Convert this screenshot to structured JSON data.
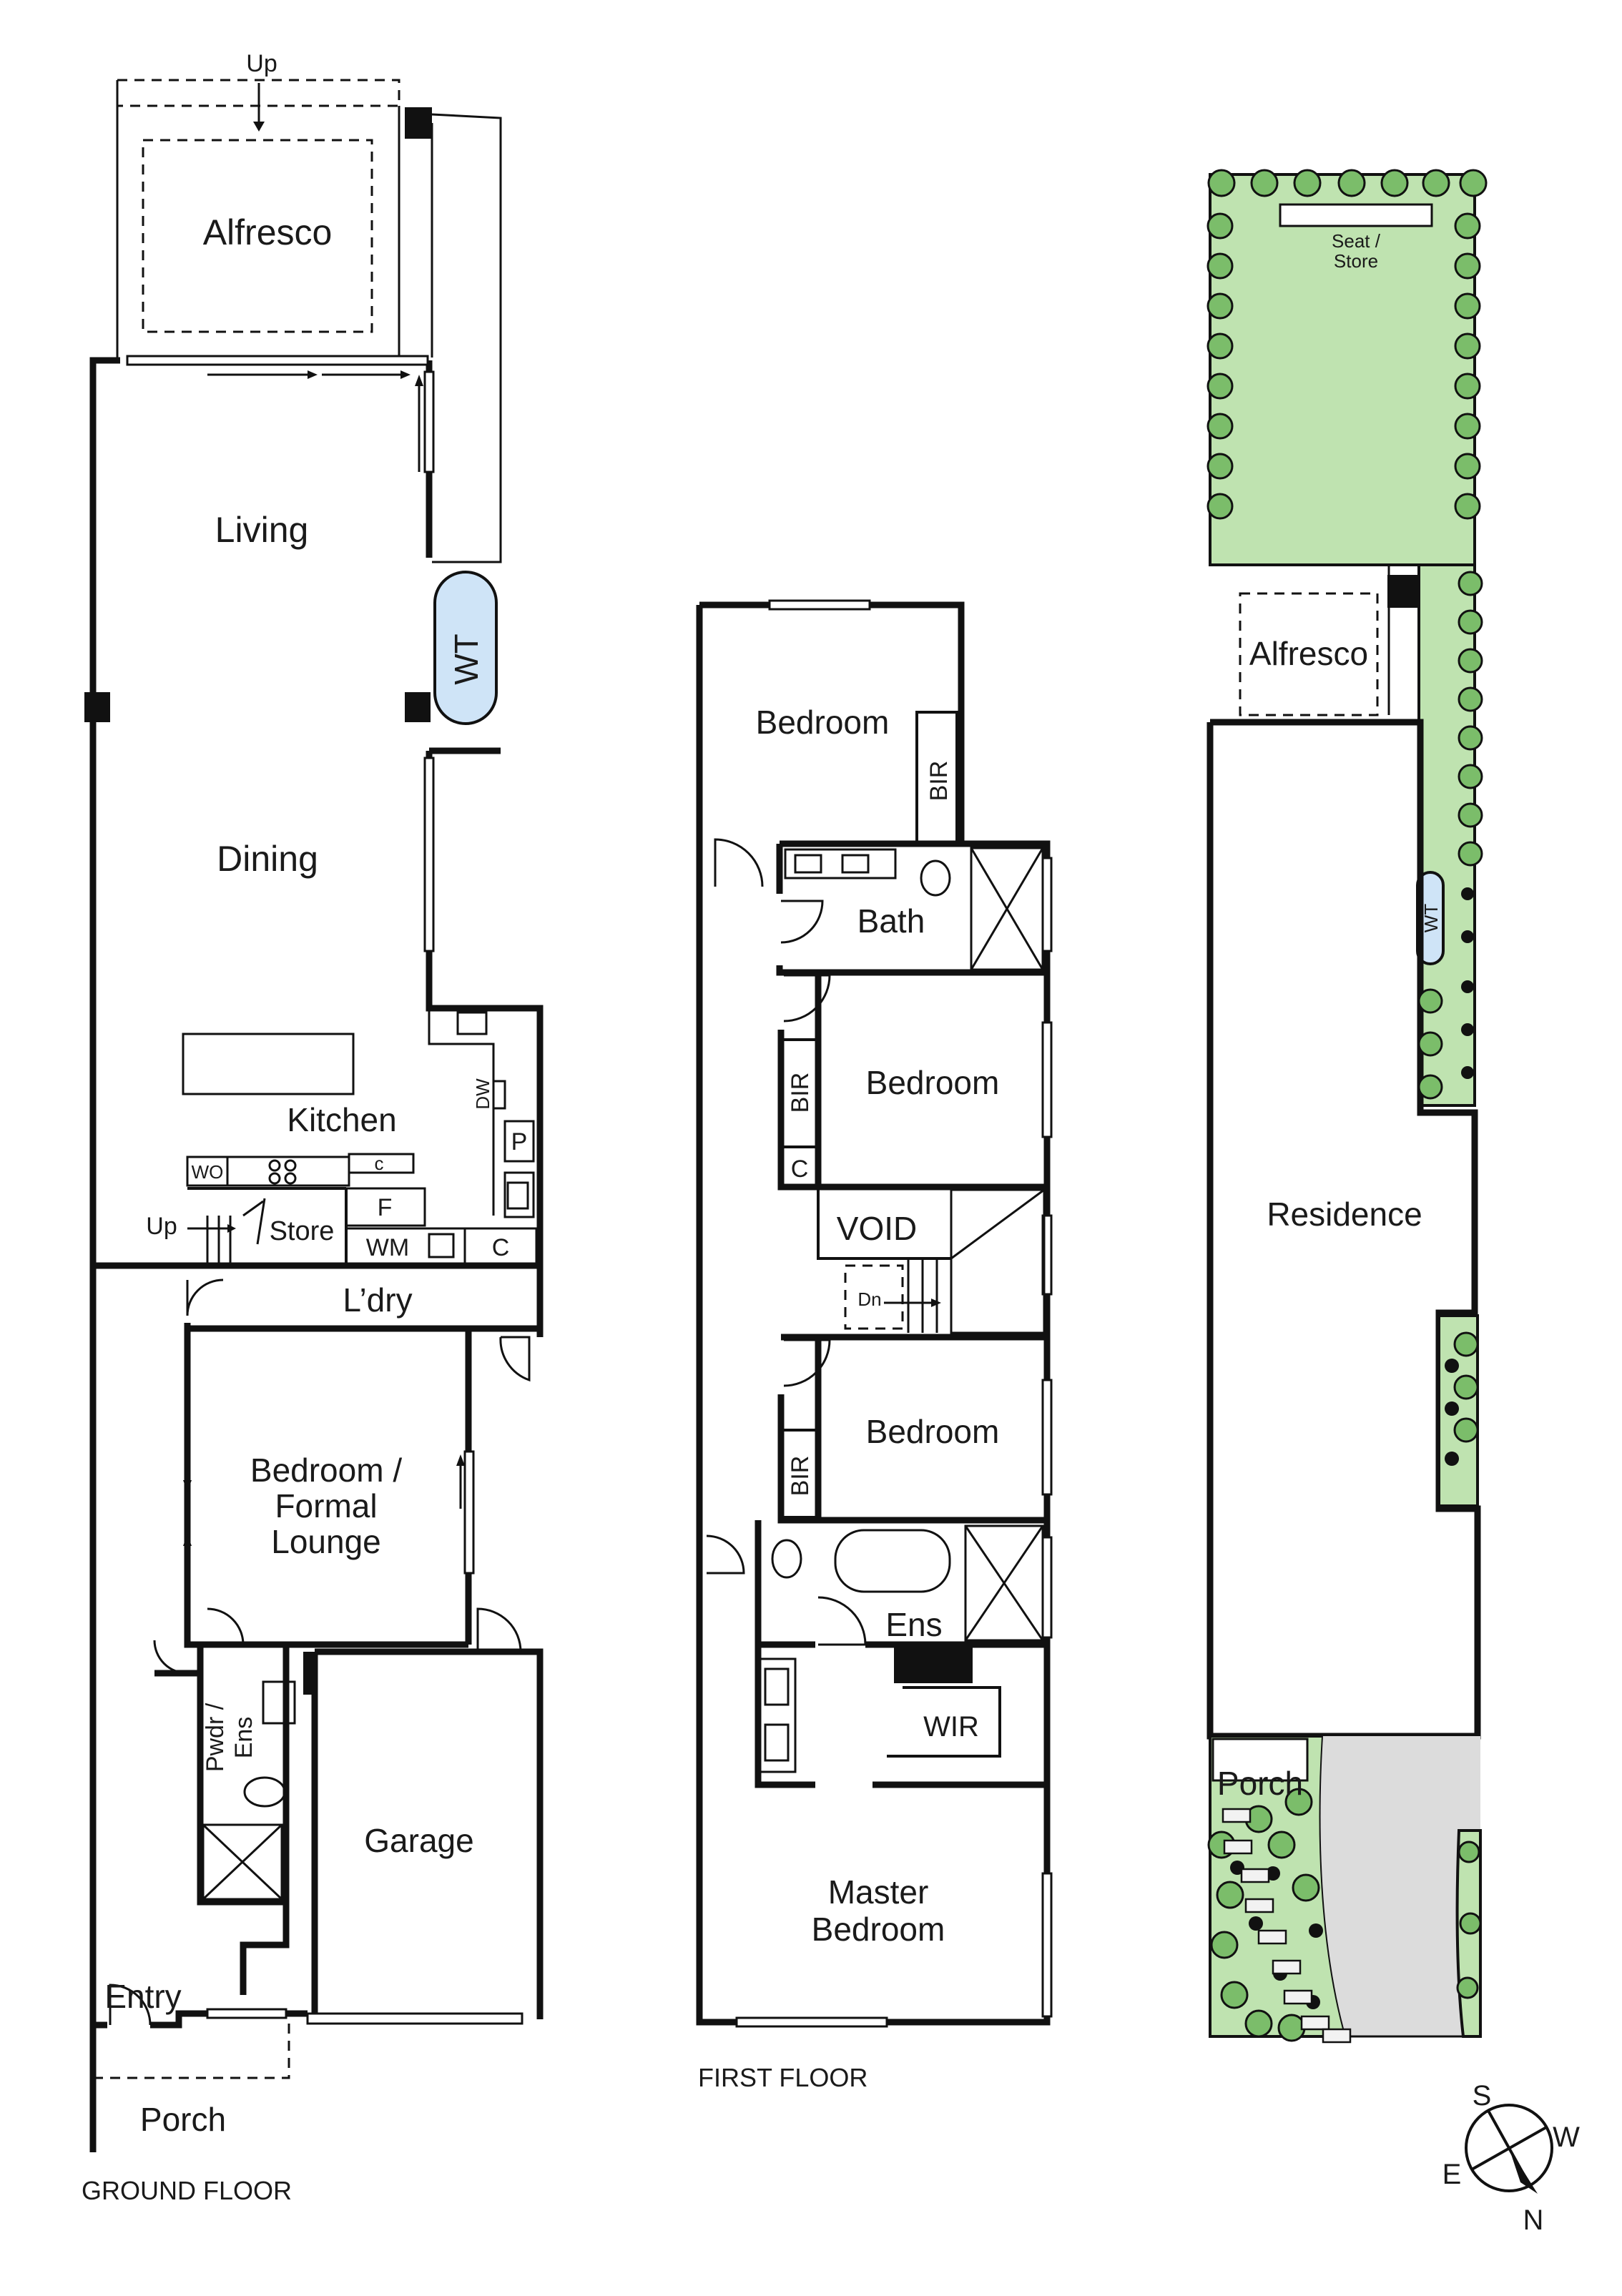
{
  "floorplan": {
    "ground_floor": {
      "caption": "GROUND FLOOR",
      "rooms": {
        "alfresco": "Alfresco",
        "living": "Living",
        "dining": "Dining",
        "kitchen": "Kitchen",
        "store": "Store",
        "laundry": "L’dry",
        "bedroom_line1": "Bedroom /",
        "bedroom_line2": "Formal",
        "bedroom_line3": "Lounge",
        "pwdr_line1": "Pwdr /",
        "pwdr_line2": "Ens",
        "garage": "Garage",
        "entry": "Entry",
        "porch": "Porch"
      },
      "fixtures": {
        "water_tank": "WT",
        "dishwasher": "DW",
        "pantry": "P",
        "wall_oven": "WO",
        "cupboard_small": "c",
        "fridge": "F",
        "washing_machine": "WM",
        "cupboard": "C",
        "stair_up_top": "Up",
        "stair_up_kitchen": "Up"
      }
    },
    "first_floor": {
      "caption": "FIRST FLOOR",
      "rooms": {
        "bedroom_front": "Bedroom",
        "bath": "Bath",
        "bedroom_middle": "Bedroom",
        "void": "VOID",
        "bedroom_third": "Bedroom",
        "ensuite": "Ens",
        "wir": "WIR",
        "master_line1": "Master",
        "master_line2": "Bedroom"
      },
      "fixtures": {
        "bir_1": "BIR",
        "bir_2": "BIR",
        "bir_3": "BIR",
        "cupboard": "C",
        "stair_down": "Dn"
      }
    },
    "site_plan": {
      "rooms": {
        "alfresco": "Alfresco",
        "residence": "Residence",
        "porch": "Porch"
      },
      "fixtures": {
        "seat_line1": "Seat /",
        "seat_line2": "Store",
        "water_tank": "WT"
      }
    },
    "compass": {
      "north": "N",
      "south": "S",
      "east": "E",
      "west": "W"
    },
    "colors": {
      "lawn": "#bfe3b0",
      "driveway": "#dcdcdc",
      "tree": "#7bbd6a",
      "water_tank": "#cfe4f7"
    }
  }
}
